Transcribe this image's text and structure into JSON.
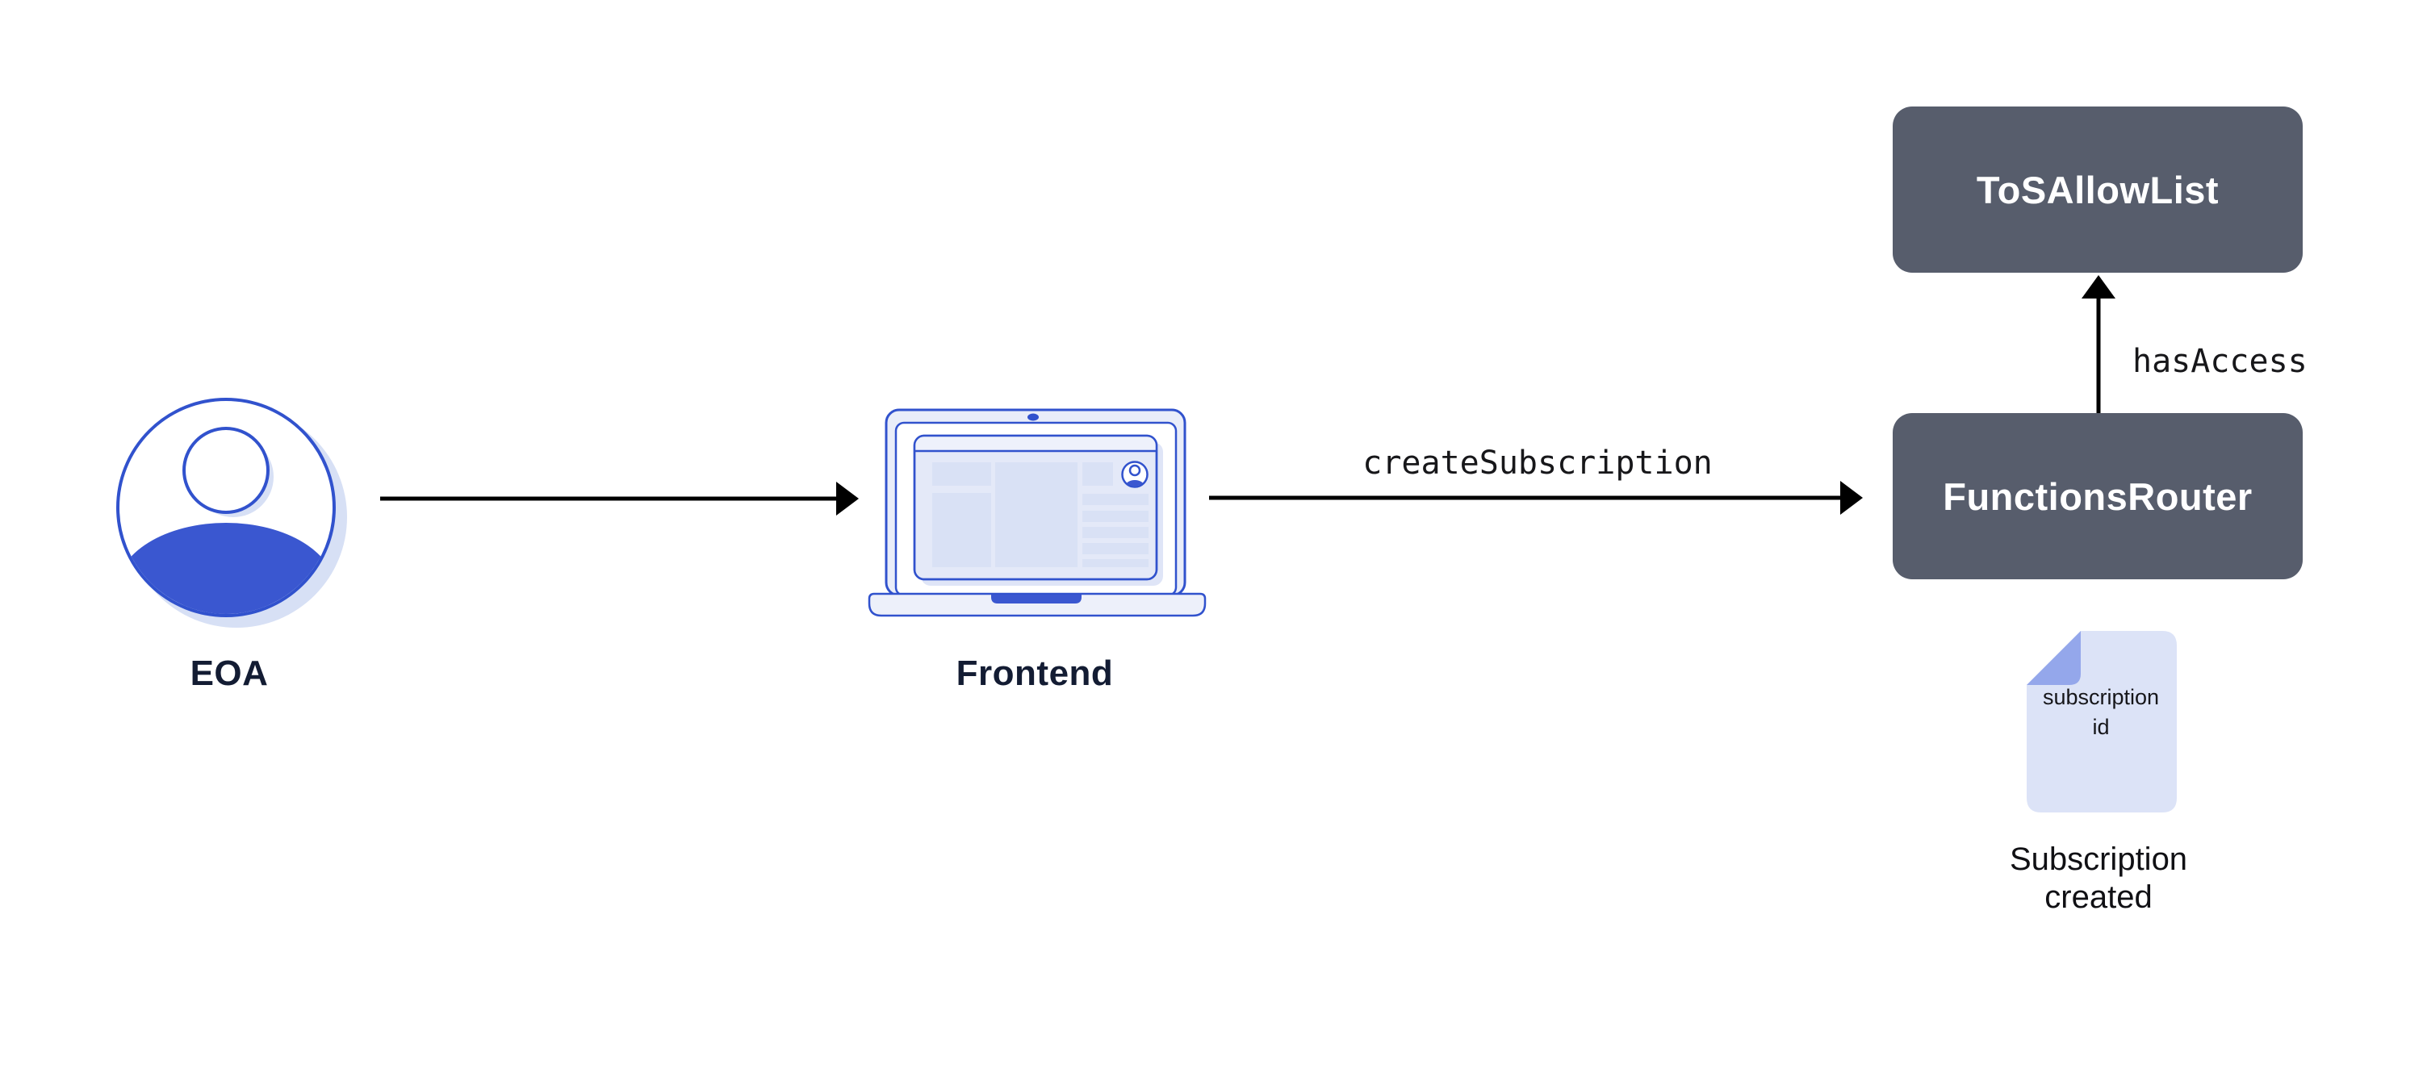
{
  "diagram": {
    "nodes": {
      "eoa": {
        "label": "EOA"
      },
      "frontend": {
        "label": "Frontend"
      },
      "functions_router": {
        "label": "FunctionsRouter"
      },
      "tos_allow_list": {
        "label": "ToSAllowList"
      },
      "subscription_doc": {
        "doc_line1": "subscription",
        "doc_line2": "id",
        "caption_line1": "Subscription",
        "caption_line2": "created"
      }
    },
    "edges": {
      "frontend_to_router": {
        "label": "createSubscription"
      },
      "router_to_allowlist": {
        "label": "hasAccess"
      }
    },
    "colors": {
      "box_fill": "#575d6c",
      "box_text": "#ffffff",
      "outline_blue": "#3152cd",
      "fill_blue": "#3a57d0",
      "light_blue_shadow": "#d7e0f5",
      "laptop_body": "#e9edf9",
      "screen_block": "#d9e1f5",
      "screen_bg": "#e4e9f8",
      "doc_fill": "#dce3f7",
      "doc_fold": "#94a7eb",
      "label_dark": "#131c33",
      "arrow": "#000000",
      "background": "#ffffff"
    }
  }
}
